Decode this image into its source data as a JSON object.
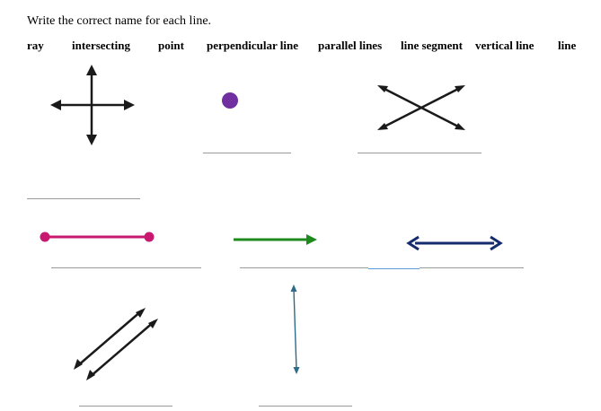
{
  "instructions": "Write the correct name for each line.",
  "word_bank": [
    "ray",
    "intersecting",
    "point",
    "perpendicular line",
    "parallel lines",
    "line segment",
    "vertical line",
    "line"
  ],
  "figures": [
    {
      "depicts": "perpendicular-lines",
      "color": "#1a1a1a"
    },
    {
      "depicts": "point",
      "color": "#7030a0"
    },
    {
      "depicts": "intersecting-lines",
      "color": "#1a1a1a"
    },
    {
      "depicts": "line-segment",
      "color": "#c8186f"
    },
    {
      "depicts": "ray",
      "color": "#1e8a1e"
    },
    {
      "depicts": "line",
      "color": "#142b6e"
    },
    {
      "depicts": "parallel-lines",
      "color": "#1a1a1a"
    },
    {
      "depicts": "vertical-line",
      "color": "#2e6b8a"
    }
  ]
}
